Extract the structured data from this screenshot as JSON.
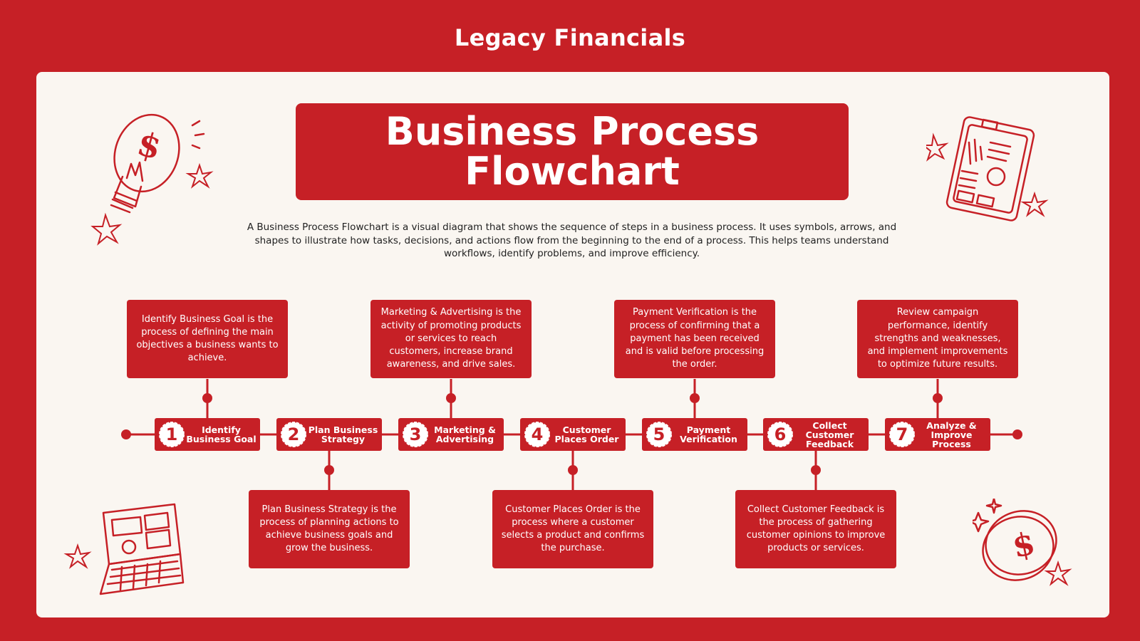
{
  "brand": "Legacy Financials",
  "title": "Business Process Flowchart",
  "description": "A Business Process Flowchart is a visual diagram that shows the sequence of steps in a business process. It uses symbols, arrows, and shapes to illustrate how tasks, decisions, and actions flow from the beginning to the end of a process. This helps teams understand workflows, identify problems, and improve efficiency.",
  "steps": [
    {
      "number": "1",
      "label": "Identify Business Goal",
      "description": "Identify Business Goal is the process of defining the main objectives a business wants to achieve."
    },
    {
      "number": "2",
      "label": "Plan Business Strategy",
      "description": "Plan Business Strategy is the process of planning actions to achieve business goals and grow the business."
    },
    {
      "number": "3",
      "label": "Marketing & Advertising",
      "description": "Marketing & Advertising is the activity of promoting products or services to reach customers, increase brand awareness, and drive sales."
    },
    {
      "number": "4",
      "label": "Customer Places Order",
      "description": "Customer Places Order is the process where a customer selects a product and confirms the purchase."
    },
    {
      "number": "5",
      "label": "Payment Verification",
      "description": "Payment Verification is the process of confirming that a payment has been received and is valid before processing the order."
    },
    {
      "number": "6",
      "label": "Collect Customer Feedback",
      "description": "Collect Customer Feedback is the process of gathering customer opinions to improve products or services."
    },
    {
      "number": "7",
      "label": "Analyze & Improve Process",
      "description": "Review campaign performance, identify strengths and weaknesses, and implement improvements to optimize future results."
    }
  ],
  "colors": {
    "primary": "#c62026",
    "background": "#faf6f1"
  },
  "icons": [
    "lightbulb-dollar-icon",
    "clipboard-report-icon",
    "laptop-dashboard-icon",
    "dollar-coin-icon",
    "sparkle-icon"
  ]
}
